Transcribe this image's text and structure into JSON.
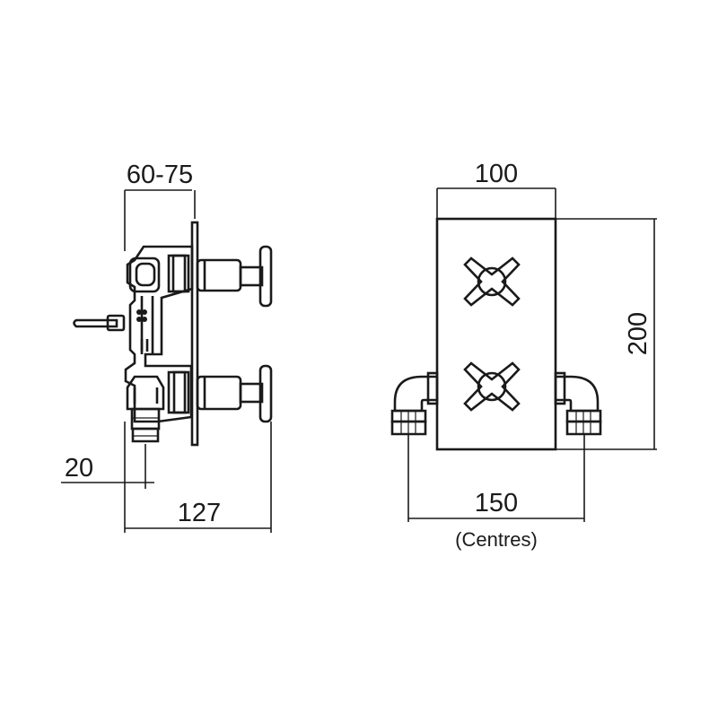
{
  "side_view": {
    "dim_wall_depth": "60-75",
    "dim_total_depth": "127",
    "dim_offset": "20"
  },
  "front_view": {
    "dim_width": "100",
    "dim_height": "200",
    "dim_centres": "150",
    "centres_note": "(Centres)"
  }
}
